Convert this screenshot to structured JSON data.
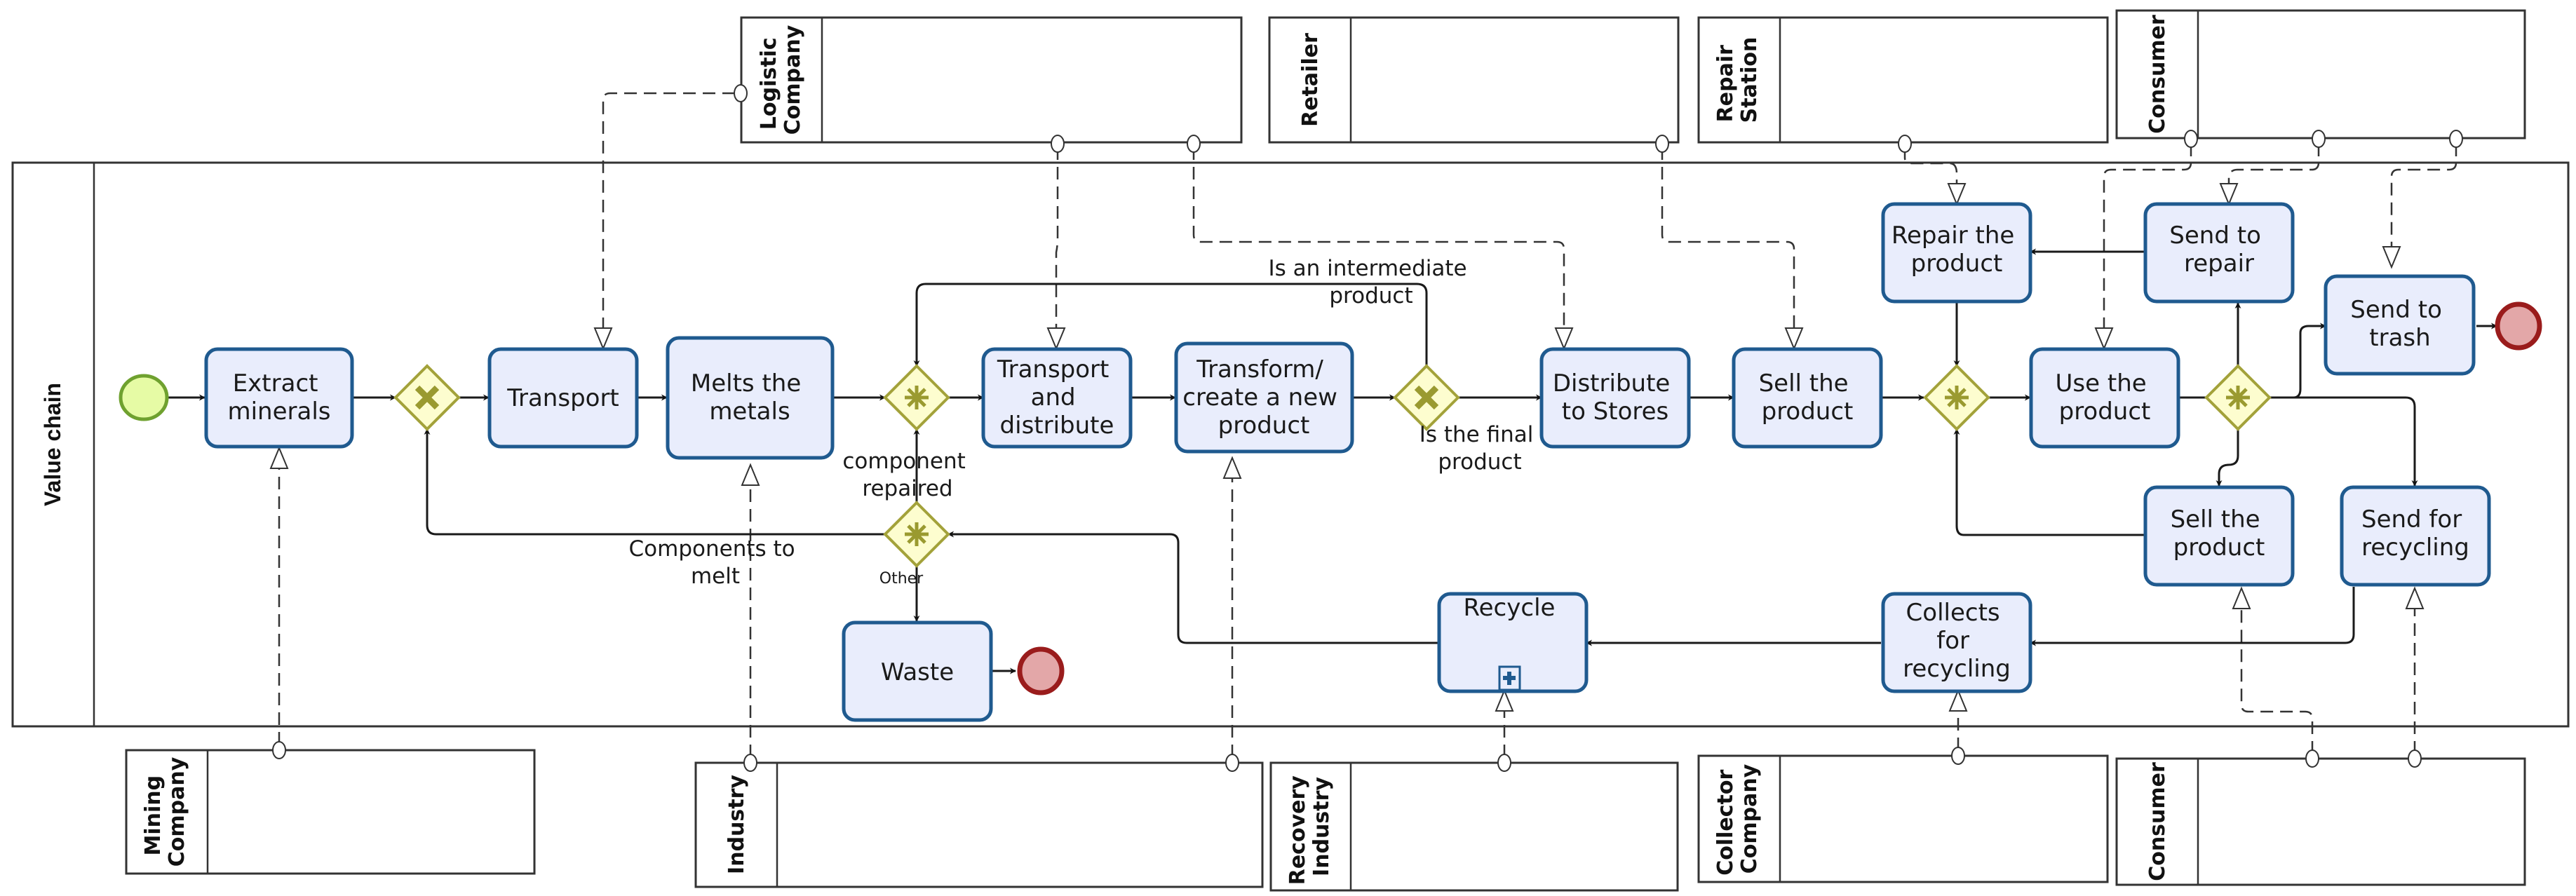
{
  "diagram": {
    "type": "BPMN collaboration",
    "main_pool": {
      "label": "Value chain"
    },
    "top_pools": [
      {
        "id": "logistic",
        "label_lines": [
          "Logistic",
          "Company"
        ]
      },
      {
        "id": "retailer",
        "label_lines": [
          "Retailer"
        ]
      },
      {
        "id": "repair-station",
        "label_lines": [
          "Repair",
          "Station"
        ]
      },
      {
        "id": "consumer-top",
        "label_lines": [
          "Consumer"
        ]
      }
    ],
    "bottom_pools": [
      {
        "id": "mining",
        "label_lines": [
          "Mining",
          "Company"
        ]
      },
      {
        "id": "industry",
        "label_lines": [
          "Industry"
        ]
      },
      {
        "id": "recovery",
        "label_lines": [
          "Recovery",
          "Industry"
        ]
      },
      {
        "id": "collector",
        "label_lines": [
          "Collector",
          "Company"
        ]
      },
      {
        "id": "consumer-bottom",
        "label_lines": [
          "Consumer"
        ]
      }
    ],
    "tasks": {
      "extract": [
        "Extract",
        "minerals"
      ],
      "transport": [
        "Transport"
      ],
      "melts": [
        "Melts the",
        "metals"
      ],
      "transport_distribute": [
        "Transport",
        "and",
        "distribute"
      ],
      "transform": [
        "Transform/",
        "create a new",
        "product"
      ],
      "distribute": [
        "Distribute",
        "to Stores"
      ],
      "sell1": [
        "Sell the",
        "product"
      ],
      "repair": [
        "Repair the",
        "product"
      ],
      "use": [
        "Use the",
        "product"
      ],
      "send_repair": [
        "Send to",
        "repair"
      ],
      "send_trash": [
        "Send to",
        "trash"
      ],
      "sell2": [
        "Sell the",
        "product"
      ],
      "send_recycling": [
        "Send for",
        "recycling"
      ],
      "collects": [
        "Collects",
        "for",
        "recycling"
      ],
      "recycle": [
        "Recycle"
      ],
      "waste": [
        "Waste"
      ]
    },
    "gateways": [
      {
        "id": "gw1",
        "kind": "exclusive"
      },
      {
        "id": "gw2",
        "kind": "complex"
      },
      {
        "id": "gw3",
        "kind": "exclusive"
      },
      {
        "id": "gw4",
        "kind": "complex"
      },
      {
        "id": "gw5",
        "kind": "complex"
      },
      {
        "id": "gw6",
        "kind": "complex"
      }
    ],
    "flow_labels": {
      "intermediate": [
        "Is an intermediate",
        "product"
      ],
      "final": [
        "Is the final",
        "product"
      ],
      "component_repaired": [
        "component",
        "repaired"
      ],
      "components_to_melt": [
        "Components to",
        "melt"
      ],
      "other": "Other"
    },
    "colors": {
      "task_fill": "#e9edfc",
      "task_stroke": "#1f5a8f",
      "gateway_fill": "#fdfdcf",
      "gateway_stroke": "#a3a23a",
      "start_fill": "#e6fba5",
      "start_stroke": "#6fa12f",
      "end_fill": "#e3a7a8",
      "end_stroke": "#9a1c1c"
    }
  }
}
